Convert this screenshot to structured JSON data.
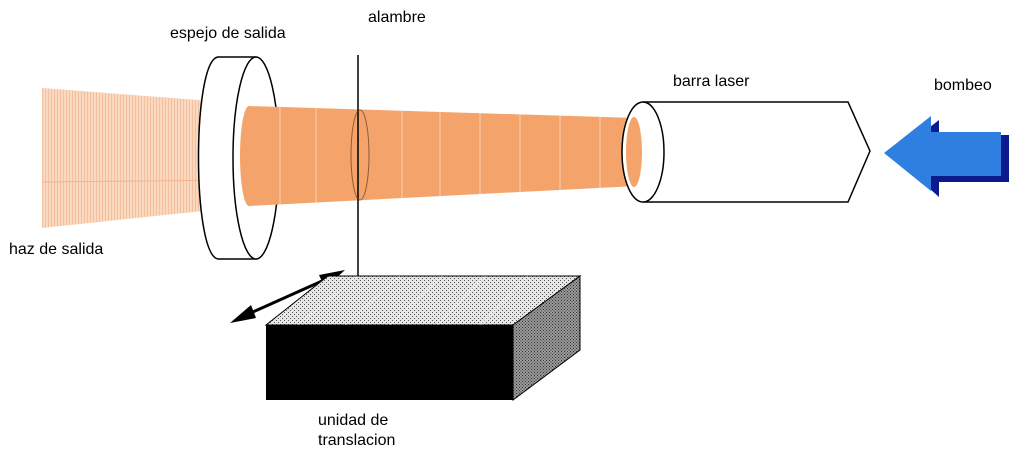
{
  "labels": {
    "wire": "alambre",
    "output_mirror": "espejo de salida",
    "laser_rod": "barra laser",
    "pump": "bombeo",
    "output_beam": "haz de salida",
    "translation_unit_line1": "unidad de",
    "translation_unit_line2": "translacion"
  },
  "colors": {
    "beam": "#f4a46a",
    "beam_faint": "#f7c9a6",
    "pump_arrow": "#2f7fe0",
    "pump_arrow_shade": "#0b1a8c",
    "block_front": "#000000",
    "block_top": "#c9c9c9",
    "block_side": "#7a7a7a"
  },
  "icons": {
    "pump": "arrow-left-3d-icon",
    "translation": "double-headed-arrow-icon"
  }
}
